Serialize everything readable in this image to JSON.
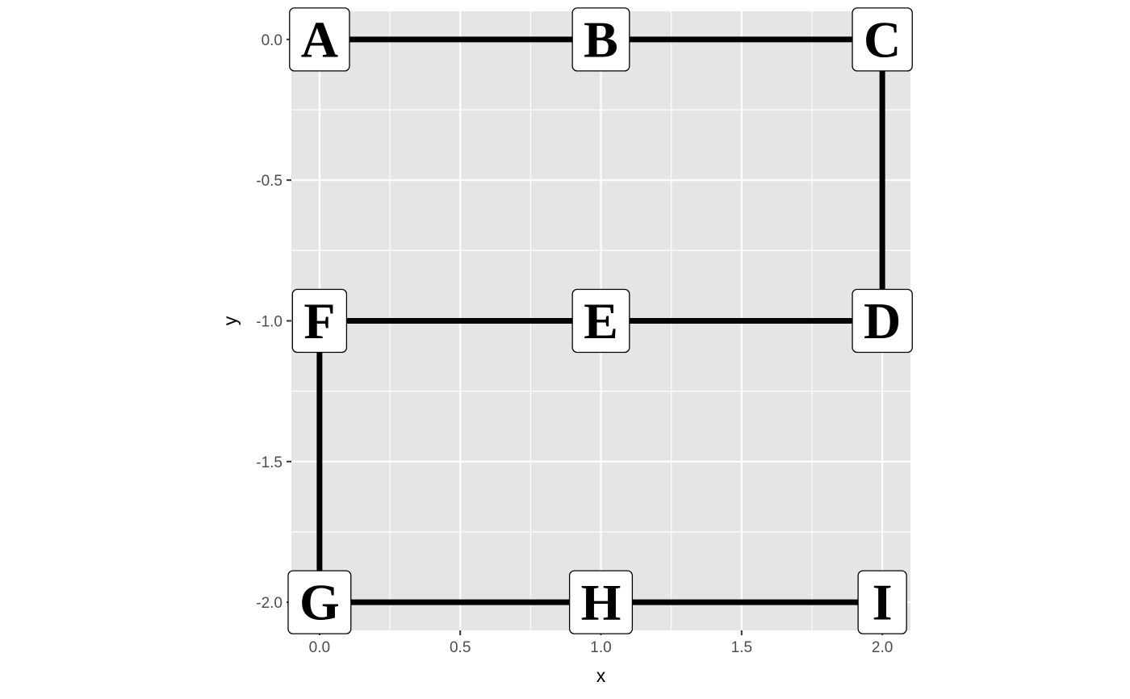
{
  "chart_data": {
    "type": "scatter",
    "title": "",
    "xlabel": "x",
    "ylabel": "y",
    "xlim": [
      -0.1,
      2.1
    ],
    "ylim": [
      -2.1,
      0.1
    ],
    "x_ticks": [
      0.0,
      0.5,
      1.0,
      1.5,
      2.0
    ],
    "x_tick_labels": [
      "0.0",
      "0.5",
      "1.0",
      "1.5",
      "2.0"
    ],
    "y_ticks": [
      0.0,
      -0.5,
      -1.0,
      -1.5,
      -2.0
    ],
    "y_tick_labels": [
      "0.0",
      "-0.5",
      "-1.0",
      "-1.5",
      "-2.0"
    ],
    "grid": true,
    "panel_color": "#e5e5e5",
    "grid_color": "#ffffff",
    "line_color": "#000000",
    "nodes": [
      {
        "label": "A",
        "x": 0,
        "y": 0
      },
      {
        "label": "B",
        "x": 1,
        "y": 0
      },
      {
        "label": "C",
        "x": 2,
        "y": 0
      },
      {
        "label": "D",
        "x": 2,
        "y": -1
      },
      {
        "label": "E",
        "x": 1,
        "y": -1
      },
      {
        "label": "F",
        "x": 0,
        "y": -1
      },
      {
        "label": "G",
        "x": 0,
        "y": -2
      },
      {
        "label": "H",
        "x": 1,
        "y": -2
      },
      {
        "label": "I",
        "x": 2,
        "y": -2
      }
    ],
    "path": [
      "A",
      "B",
      "C",
      "D",
      "E",
      "F",
      "G",
      "H",
      "I"
    ]
  }
}
